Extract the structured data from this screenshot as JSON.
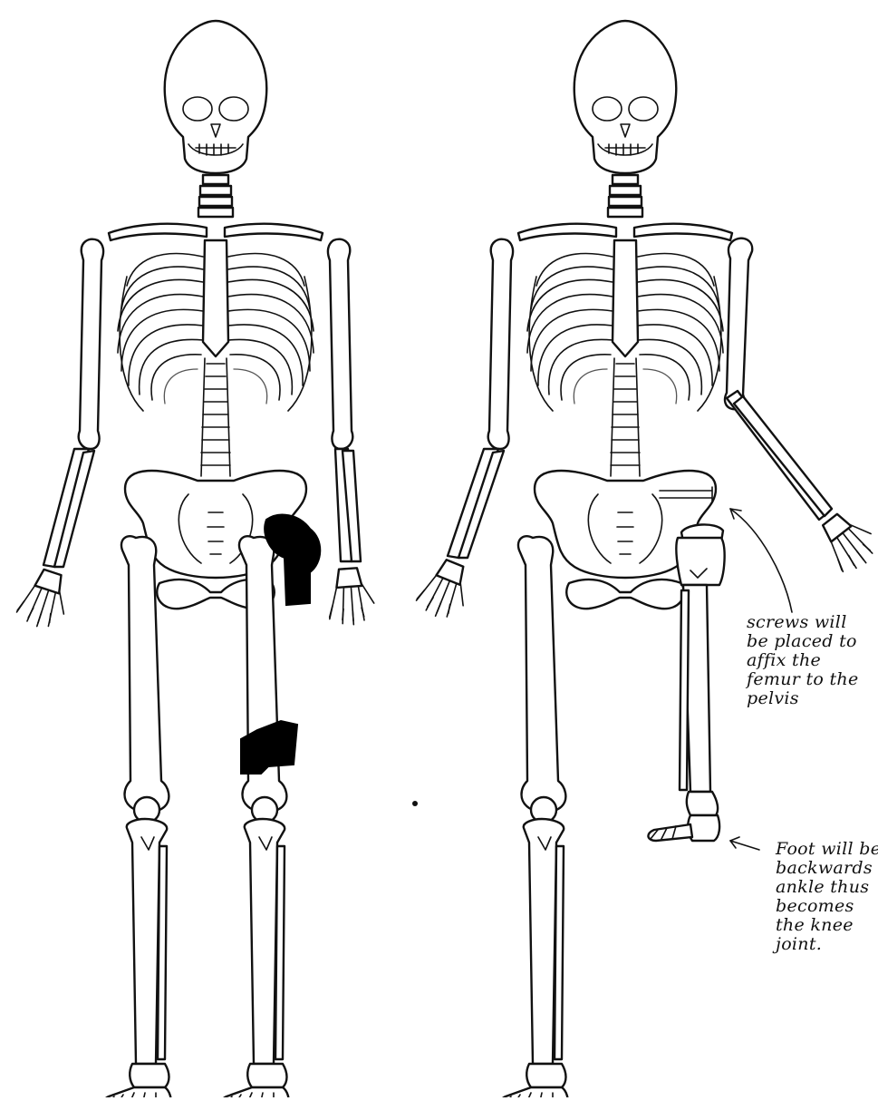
{
  "figure": {
    "left_skeleton": {
      "shaded_regions": [
        "proximal femur and hip joint",
        "distal femur above the knee"
      ]
    },
    "right_skeleton": {
      "annotations": [
        {
          "id": "screws",
          "lines": [
            "screws will",
            "be placed to",
            "affix the",
            "femur to the",
            "pelvis"
          ]
        },
        {
          "id": "foot",
          "lines": [
            "Foot will be",
            "backwards",
            "ankle thus",
            "becomes",
            "the knee",
            "joint."
          ]
        }
      ]
    },
    "colors": {
      "line": "#111111",
      "shading": "#000000",
      "background": "#ffffff"
    }
  }
}
